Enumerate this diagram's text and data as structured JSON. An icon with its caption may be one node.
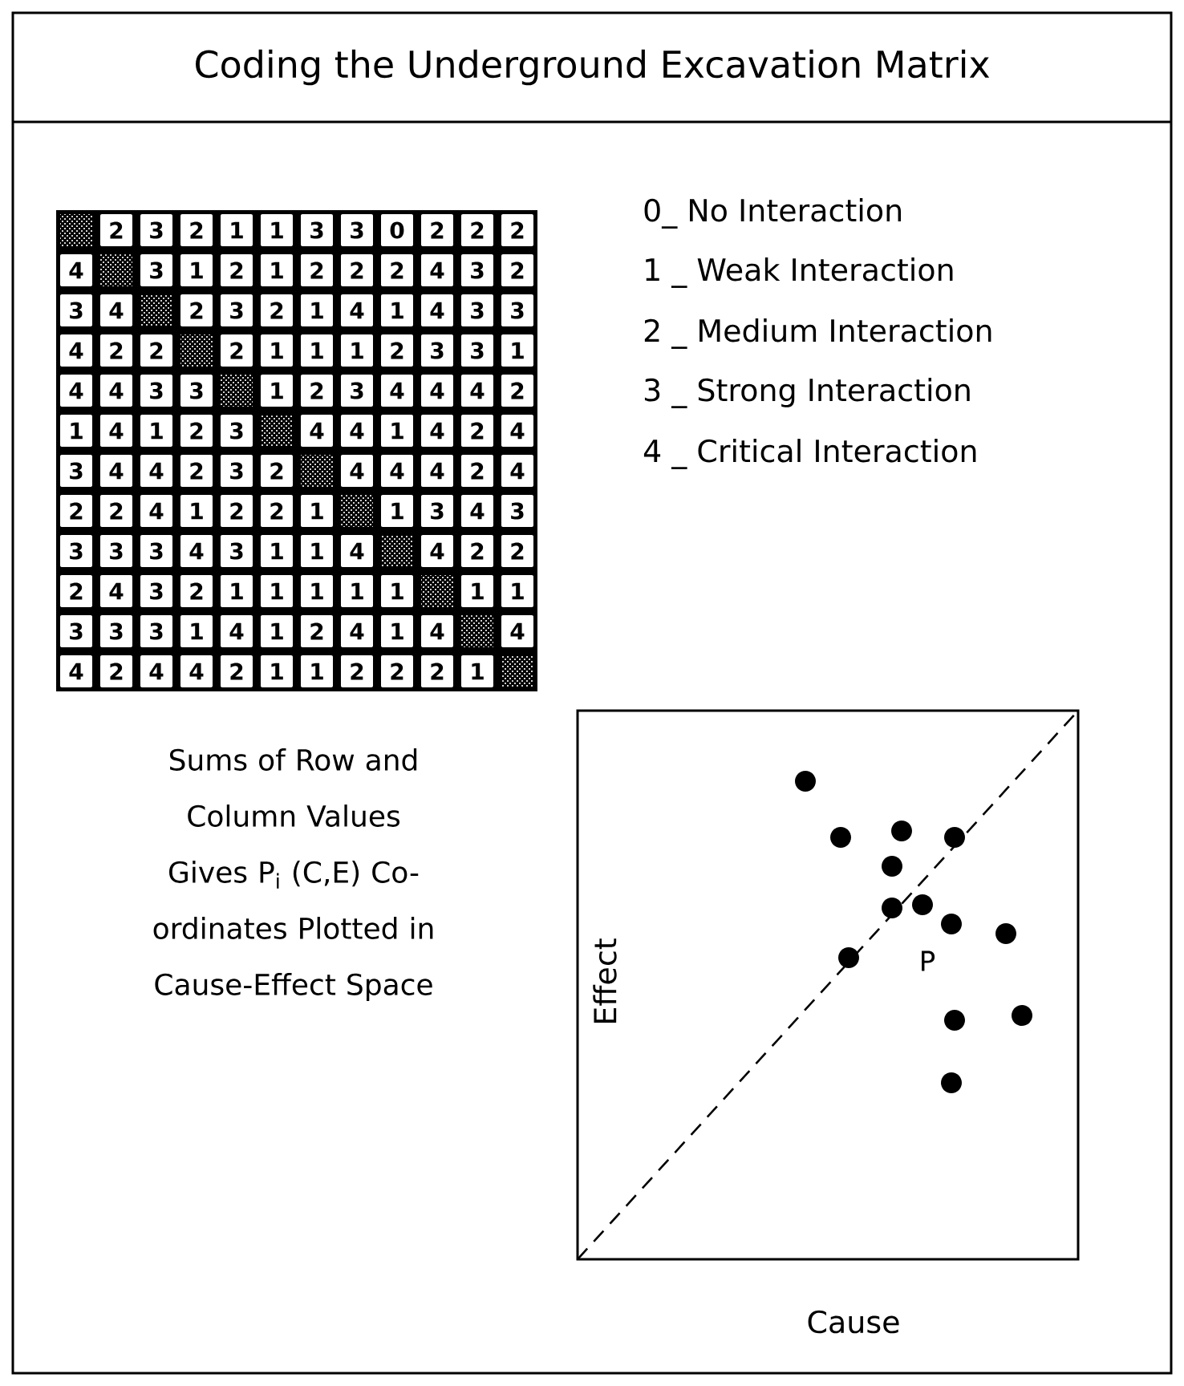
{
  "diagram": {
    "title": "Coding the Underground Excavation Matrix",
    "labels": [
      "2",
      "3",
      "2",
      "1",
      "1",
      "3",
      "3",
      "0",
      "2",
      "2",
      "2",
      "4",
      "3",
      "1",
      "2",
      "1",
      "2",
      "2",
      "2",
      "4",
      "3",
      "2",
      "3",
      "4",
      "2",
      "3",
      "2",
      "1",
      "4",
      "1",
      "4",
      "3",
      "3",
      "4",
      "2",
      "2",
      "2",
      "1",
      "1",
      "1",
      "2",
      "3",
      "3",
      "1",
      "4",
      "4",
      "3",
      "3",
      "1",
      "2",
      "3",
      "4",
      "4",
      "4",
      "2",
      "1",
      "4",
      "1",
      "2",
      "3",
      "4",
      "4",
      "1",
      "4",
      "2",
      "4",
      "3",
      "4",
      "4",
      "2",
      "3",
      "2",
      "4",
      "4",
      "4",
      "2",
      "4",
      "2",
      "2",
      "4",
      "1",
      "2",
      "2",
      "1",
      "1",
      "3",
      "4",
      "3",
      "3",
      "3",
      "3",
      "4",
      "3",
      "1",
      "1",
      "4",
      "4",
      "2",
      "2",
      "2",
      "4",
      "3",
      "2",
      "1",
      "1",
      "1",
      "1",
      "1",
      "1",
      "1",
      "3",
      "3",
      "3",
      "1",
      "4",
      "1",
      "2",
      "4",
      "1",
      "4",
      "4",
      "4",
      "2",
      "4",
      "4",
      "2",
      "1",
      "1",
      "2",
      "2",
      "2",
      "1",
      "0_ No Interaction",
      "1 _ Weak Interaction",
      "2 _ Medium Interaction",
      "3 _ Strong Interaction",
      "4 _ Critical Interaction",
      "Sums of Row and Column Values Gives P$_{i}$ (C,E) Co-ordinates Plotted in Cause-Effect Space",
      "P",
      "Effect",
      "Cause"
    ]
  }
}
